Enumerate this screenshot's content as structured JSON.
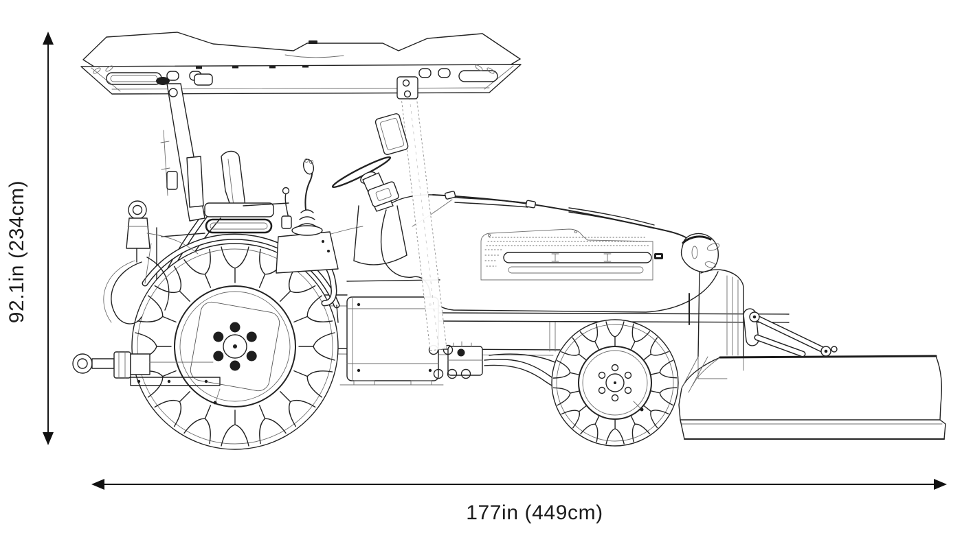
{
  "figure": {
    "name": "tractor-side-view-line-drawing"
  },
  "dimensions": {
    "height": {
      "label": "92.1in (234cm)",
      "orientation": "vertical"
    },
    "length": {
      "label": "177in (449cm)",
      "orientation": "horizontal"
    }
  },
  "icons": {
    "height_arrow": "double-headed-vertical-arrow",
    "length_arrow": "double-headed-horizontal-arrow"
  },
  "colors": {
    "background": "#ffffff",
    "line_art": "#232323",
    "dimension_text": "#1c1c1c"
  }
}
